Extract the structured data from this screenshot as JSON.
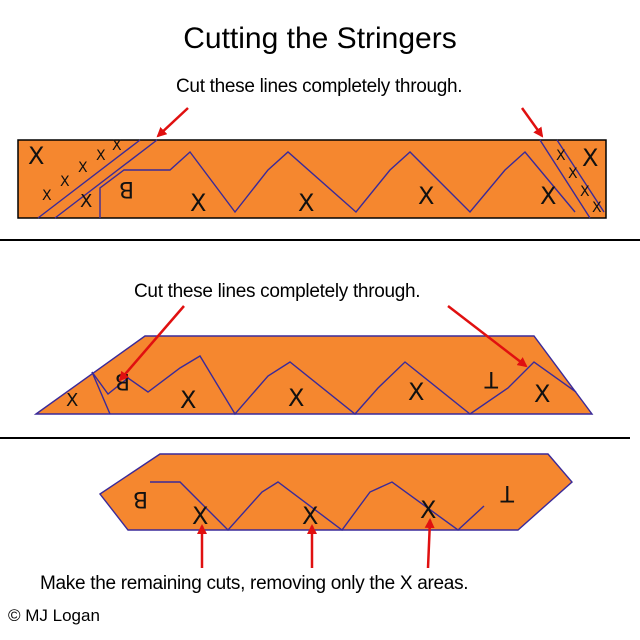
{
  "title": "Cutting the Stringers",
  "captions": {
    "top": "Cut these lines completely through.",
    "middle": "Cut these lines completely through.",
    "bottom": "Make the remaining cuts, removing only the X areas."
  },
  "credit": "© MJ Logan",
  "marks": {
    "x": "X",
    "b": "B",
    "t": "T"
  },
  "colors": {
    "board": "#F5872F",
    "outline": "#000000",
    "cut_line": "#3A2A9A",
    "arrow": "#E01010"
  }
}
